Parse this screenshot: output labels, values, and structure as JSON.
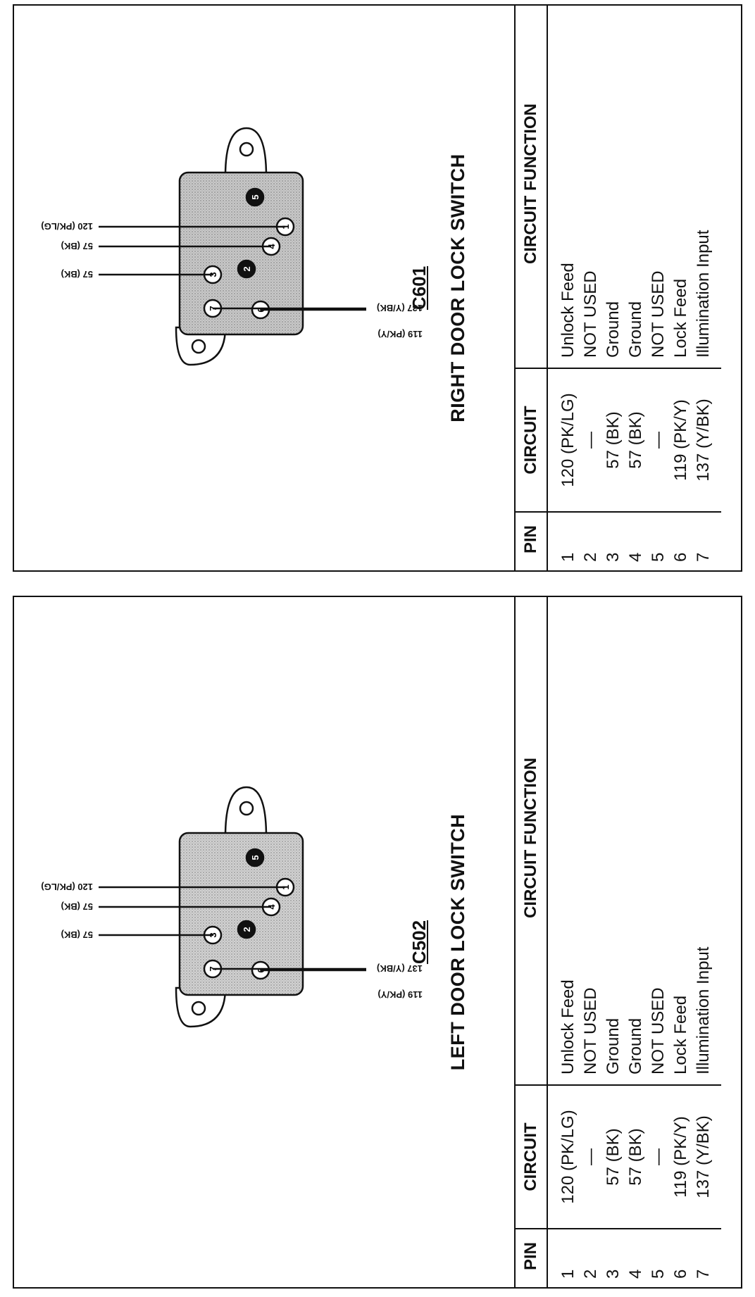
{
  "connectors": [
    {
      "id": "C601",
      "name": "RIGHT DOOR LOCK SWITCH",
      "wire_labels": {
        "top_right_1": "57 (BK)",
        "top_right_2": "57 (BK)",
        "top_right_3": "120 (PK/LG)",
        "left_1": "137 (Y/BK)",
        "left_2": "119 (PK/Y)"
      },
      "pin_numbers": [
        "1",
        "2",
        "3",
        "4",
        "5",
        "6",
        "7"
      ],
      "table": {
        "headers": [
          "PIN",
          "CIRCUIT",
          "CIRCUIT FUNCTION"
        ],
        "rows": [
          {
            "pin": "1",
            "circuit": "120 (PK/LG)",
            "function": "Unlock Feed"
          },
          {
            "pin": "2",
            "circuit": "—",
            "function": "NOT USED"
          },
          {
            "pin": "3",
            "circuit": "57 (BK)",
            "function": "Ground"
          },
          {
            "pin": "4",
            "circuit": "57 (BK)",
            "function": "Ground"
          },
          {
            "pin": "5",
            "circuit": "—",
            "function": "NOT USED"
          },
          {
            "pin": "6",
            "circuit": "119 (PK/Y)",
            "function": "Lock Feed"
          },
          {
            "pin": "7",
            "circuit": "137 (Y/BK)",
            "function": "Illumination Input"
          }
        ]
      }
    },
    {
      "id": "C502",
      "name": "LEFT DOOR LOCK SWITCH",
      "wire_labels": {
        "top_right_1": "57 (BK)",
        "top_right_2": "57 (BK)",
        "top_right_3": "120 (PK/LG)",
        "left_1": "137 (Y/BK)",
        "left_2": "119 (PK/Y)"
      },
      "pin_numbers": [
        "1",
        "2",
        "3",
        "4",
        "5",
        "6",
        "7"
      ],
      "table": {
        "headers": [
          "PIN",
          "CIRCUIT",
          "CIRCUIT FUNCTION"
        ],
        "rows": [
          {
            "pin": "1",
            "circuit": "120 (PK/LG)",
            "function": "Unlock Feed"
          },
          {
            "pin": "2",
            "circuit": "—",
            "function": "NOT USED"
          },
          {
            "pin": "3",
            "circuit": "57 (BK)",
            "function": "Ground"
          },
          {
            "pin": "4",
            "circuit": "57 (BK)",
            "function": "Ground"
          },
          {
            "pin": "5",
            "circuit": "—",
            "function": "NOT USED"
          },
          {
            "pin": "6",
            "circuit": "119 (PK/Y)",
            "function": "Lock Feed"
          },
          {
            "pin": "7",
            "circuit": "137 (Y/BK)",
            "function": "Illumination Input"
          }
        ]
      }
    }
  ]
}
